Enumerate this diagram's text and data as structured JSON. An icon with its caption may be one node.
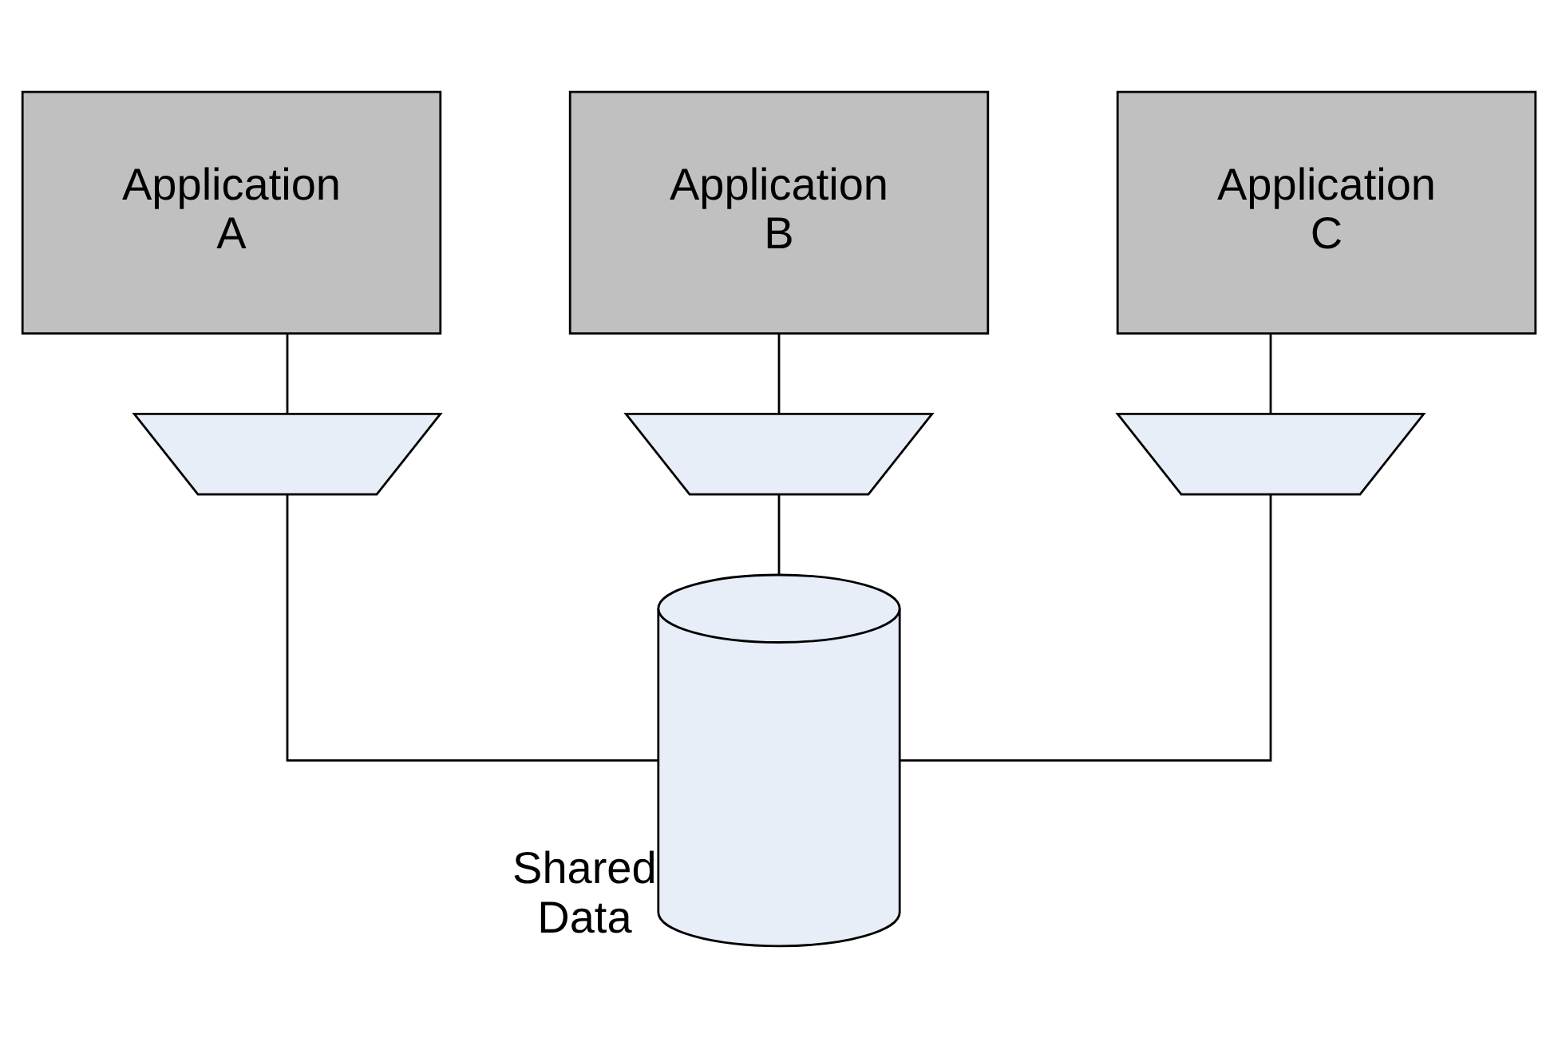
{
  "diagram": {
    "nodes": [
      {
        "text": [
          "Application A"
        ]
      },
      {
        "text": [
          "Application B"
        ]
      },
      {
        "text": [
          "Application C"
        ]
      },
      {
        "text": [],
        "shape": "trapezoid"
      },
      {
        "text": [],
        "shape": "trapezoid"
      },
      {
        "text": [],
        "shape": "trapezoid"
      },
      {
        "text": [],
        "shape": "cylinder",
        "beside": [
          "Shared Data"
        ]
      }
    ],
    "edges": [
      {
        "from": 0,
        "to": 3,
        "arrow": "none"
      },
      {
        "from": 1,
        "to": 4,
        "arrow": "none"
      },
      {
        "from": 2,
        "to": 5,
        "arrow": "none"
      },
      {
        "from": 3,
        "to": 6,
        "arrow": "none"
      },
      {
        "from": 4,
        "to": 6,
        "arrow": "none"
      },
      {
        "from": 5,
        "to": 6,
        "arrow": "none"
      }
    ]
  }
}
